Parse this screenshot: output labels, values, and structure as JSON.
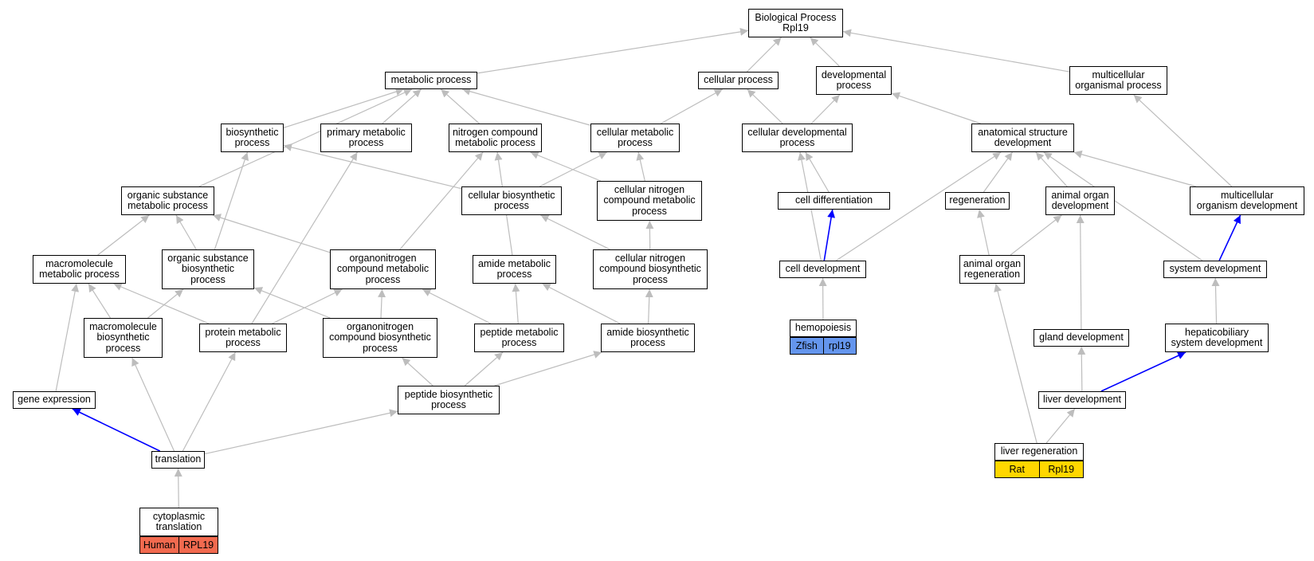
{
  "colors": {
    "edge_default": "#bdbdbd",
    "edge_highlight": "#0000ff",
    "human": "#f26a4f",
    "zebrafish": "#6495ed",
    "rat": "#ffd700"
  },
  "nodes": {
    "bp": "Biological Process\nRpl19",
    "metabolic": "metabolic process",
    "cellular": "cellular process",
    "developmental": "developmental\nprocess",
    "multicellular_organismal": "multicellular\norganismal process",
    "biosynthetic": "biosynthetic\nprocess",
    "primary_metabolic": "primary metabolic\nprocess",
    "nitrogen_compound_metabolic": "nitrogen compound\nmetabolic process",
    "cellular_metabolic": "cellular metabolic\nprocess",
    "cellular_developmental": "cellular developmental\nprocess",
    "anatomical_structure_development": "anatomical structure\ndevelopment",
    "organic_substance_metabolic": "organic substance\nmetabolic process",
    "cellular_biosynthetic": "cellular biosynthetic\nprocess",
    "cellular_nitrogen_compound_metabolic": "cellular nitrogen\ncompound metabolic\nprocess",
    "cell_differentiation": "cell differentiation",
    "regeneration": "regeneration",
    "animal_organ_development": "animal organ\ndevelopment",
    "multicellular_organism_development": "multicellular\norganism development",
    "macromolecule_metabolic": "macromolecule\nmetabolic process",
    "organic_substance_biosynthetic": "organic substance\nbiosynthetic\nprocess",
    "organonitrogen_compound_metabolic": "organonitrogen\ncompound metabolic\nprocess",
    "amide_metabolic": "amide metabolic\nprocess",
    "cellular_nitrogen_compound_biosynthetic": "cellular nitrogen\ncompound biosynthetic\nprocess",
    "cell_development": "cell development",
    "animal_organ_regeneration": "animal organ\nregeneration",
    "system_development": "system development",
    "macromolecule_biosynthetic": "macromolecule\nbiosynthetic\nprocess",
    "protein_metabolic": "protein metabolic\nprocess",
    "organonitrogen_compound_biosynthetic": "organonitrogen\ncompound biosynthetic\nprocess",
    "peptide_metabolic": "peptide metabolic\nprocess",
    "amide_biosynthetic": "amide biosynthetic\nprocess",
    "hemopoiesis": "hemopoiesis",
    "gland_development": "gland development",
    "hepaticobiliary_system_development": "hepaticobiliary\nsystem development",
    "gene_expression": "gene expression",
    "peptide_biosynthetic": "peptide biosynthetic\nprocess",
    "liver_development": "liver development",
    "translation": "translation",
    "liver_regeneration": "liver regeneration",
    "cytoplasmic_translation": "cytoplasmic\ntranslation"
  },
  "annotations": {
    "cytoplasmic_translation": {
      "species": "Human",
      "gene": "RPL19",
      "color": "#f26a4f"
    },
    "hemopoiesis": {
      "species": "Zfish",
      "gene": "rpl19",
      "color": "#6495ed"
    },
    "liver_regeneration": {
      "species": "Rat",
      "gene": "Rpl19",
      "color": "#ffd700"
    }
  },
  "edges": [
    [
      "metabolic",
      "bp",
      false
    ],
    [
      "cellular",
      "bp",
      false
    ],
    [
      "developmental",
      "bp",
      false
    ],
    [
      "multicellular_organismal",
      "bp",
      false
    ],
    [
      "biosynthetic",
      "metabolic",
      false
    ],
    [
      "primary_metabolic",
      "metabolic",
      false
    ],
    [
      "nitrogen_compound_metabolic",
      "metabolic",
      false
    ],
    [
      "cellular_metabolic",
      "metabolic",
      false
    ],
    [
      "organic_substance_metabolic",
      "metabolic",
      false
    ],
    [
      "cellular_metabolic",
      "cellular",
      false
    ],
    [
      "cellular_developmental",
      "cellular",
      false
    ],
    [
      "cellular_developmental",
      "developmental",
      false
    ],
    [
      "anatomical_structure_development",
      "developmental",
      false
    ],
    [
      "multicellular_organism_development",
      "multicellular_organismal",
      false
    ],
    [
      "cellular_biosynthetic",
      "biosynthetic",
      false
    ],
    [
      "cellular_biosynthetic",
      "cellular_metabolic",
      false
    ],
    [
      "cellular_nitrogen_compound_metabolic",
      "cellular_metabolic",
      false
    ],
    [
      "cellular_nitrogen_compound_metabolic",
      "nitrogen_compound_metabolic",
      false
    ],
    [
      "cell_differentiation",
      "cellular_developmental",
      false
    ],
    [
      "regeneration",
      "anatomical_structure_development",
      false
    ],
    [
      "animal_organ_development",
      "anatomical_structure_development",
      false
    ],
    [
      "multicellular_organism_development",
      "anatomical_structure_development",
      false
    ],
    [
      "macromolecule_metabolic",
      "organic_substance_metabolic",
      false
    ],
    [
      "organic_substance_biosynthetic",
      "organic_substance_metabolic",
      false
    ],
    [
      "organic_substance_biosynthetic",
      "biosynthetic",
      false
    ],
    [
      "organonitrogen_compound_metabolic",
      "organic_substance_metabolic",
      false
    ],
    [
      "organonitrogen_compound_metabolic",
      "nitrogen_compound_metabolic",
      false
    ],
    [
      "amide_metabolic",
      "nitrogen_compound_metabolic",
      false
    ],
    [
      "cellular_nitrogen_compound_biosynthetic",
      "cellular_biosynthetic",
      false
    ],
    [
      "cellular_nitrogen_compound_biosynthetic",
      "cellular_nitrogen_compound_metabolic",
      false
    ],
    [
      "cell_development",
      "cell_differentiation",
      true
    ],
    [
      "cell_development",
      "anatomical_structure_development",
      false
    ],
    [
      "cell_development",
      "cellular_developmental",
      false
    ],
    [
      "animal_organ_regeneration",
      "regeneration",
      false
    ],
    [
      "animal_organ_regeneration",
      "animal_organ_development",
      false
    ],
    [
      "system_development",
      "multicellular_organism_development",
      true
    ],
    [
      "system_development",
      "anatomical_structure_development",
      false
    ],
    [
      "macromolecule_biosynthetic",
      "macromolecule_metabolic",
      false
    ],
    [
      "macromolecule_biosynthetic",
      "organic_substance_biosynthetic",
      false
    ],
    [
      "protein_metabolic",
      "macromolecule_metabolic",
      false
    ],
    [
      "protein_metabolic",
      "organonitrogen_compound_metabolic",
      false
    ],
    [
      "protein_metabolic",
      "primary_metabolic",
      false
    ],
    [
      "organonitrogen_compound_biosynthetic",
      "organonitrogen_compound_metabolic",
      false
    ],
    [
      "organonitrogen_compound_biosynthetic",
      "organic_substance_biosynthetic",
      false
    ],
    [
      "peptide_metabolic",
      "amide_metabolic",
      false
    ],
    [
      "peptide_metabolic",
      "organonitrogen_compound_metabolic",
      false
    ],
    [
      "amide_biosynthetic",
      "amide_metabolic",
      false
    ],
    [
      "amide_biosynthetic",
      "cellular_nitrogen_compound_biosynthetic",
      false
    ],
    [
      "hemopoiesis",
      "cell_development",
      false
    ],
    [
      "gland_development",
      "animal_organ_development",
      false
    ],
    [
      "hepaticobiliary_system_development",
      "system_development",
      false
    ],
    [
      "gene_expression",
      "macromolecule_metabolic",
      false
    ],
    [
      "peptide_biosynthetic",
      "peptide_metabolic",
      false
    ],
    [
      "peptide_biosynthetic",
      "organonitrogen_compound_biosynthetic",
      false
    ],
    [
      "peptide_biosynthetic",
      "amide_biosynthetic",
      false
    ],
    [
      "liver_development",
      "gland_development",
      false
    ],
    [
      "liver_development",
      "hepaticobiliary_system_development",
      true
    ],
    [
      "translation",
      "gene_expression",
      true
    ],
    [
      "translation",
      "macromolecule_biosynthetic",
      false
    ],
    [
      "translation",
      "protein_metabolic",
      false
    ],
    [
      "translation",
      "peptide_biosynthetic",
      false
    ],
    [
      "liver_regeneration",
      "liver_development",
      false
    ],
    [
      "liver_regeneration",
      "animal_organ_regeneration",
      false
    ],
    [
      "cytoplasmic_translation",
      "translation",
      false
    ]
  ]
}
